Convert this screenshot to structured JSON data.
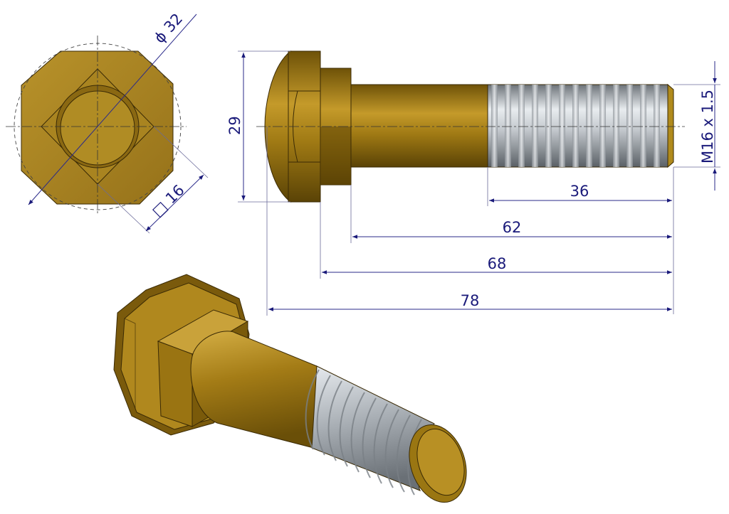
{
  "dimensions": {
    "diameter": "ϕ 32",
    "square": "□ 16",
    "head_height": "29",
    "thread": "M16 x 1.5",
    "thread_length": "36",
    "shank_length": "62",
    "under_head_length": "68",
    "overall_length": "78"
  },
  "colors": {
    "brass": "#b08a1c",
    "brass_dark": "#6e5208",
    "brass_light": "#d7b54a",
    "steel": "#b8bec4",
    "dimension": "#1a1a7a"
  }
}
